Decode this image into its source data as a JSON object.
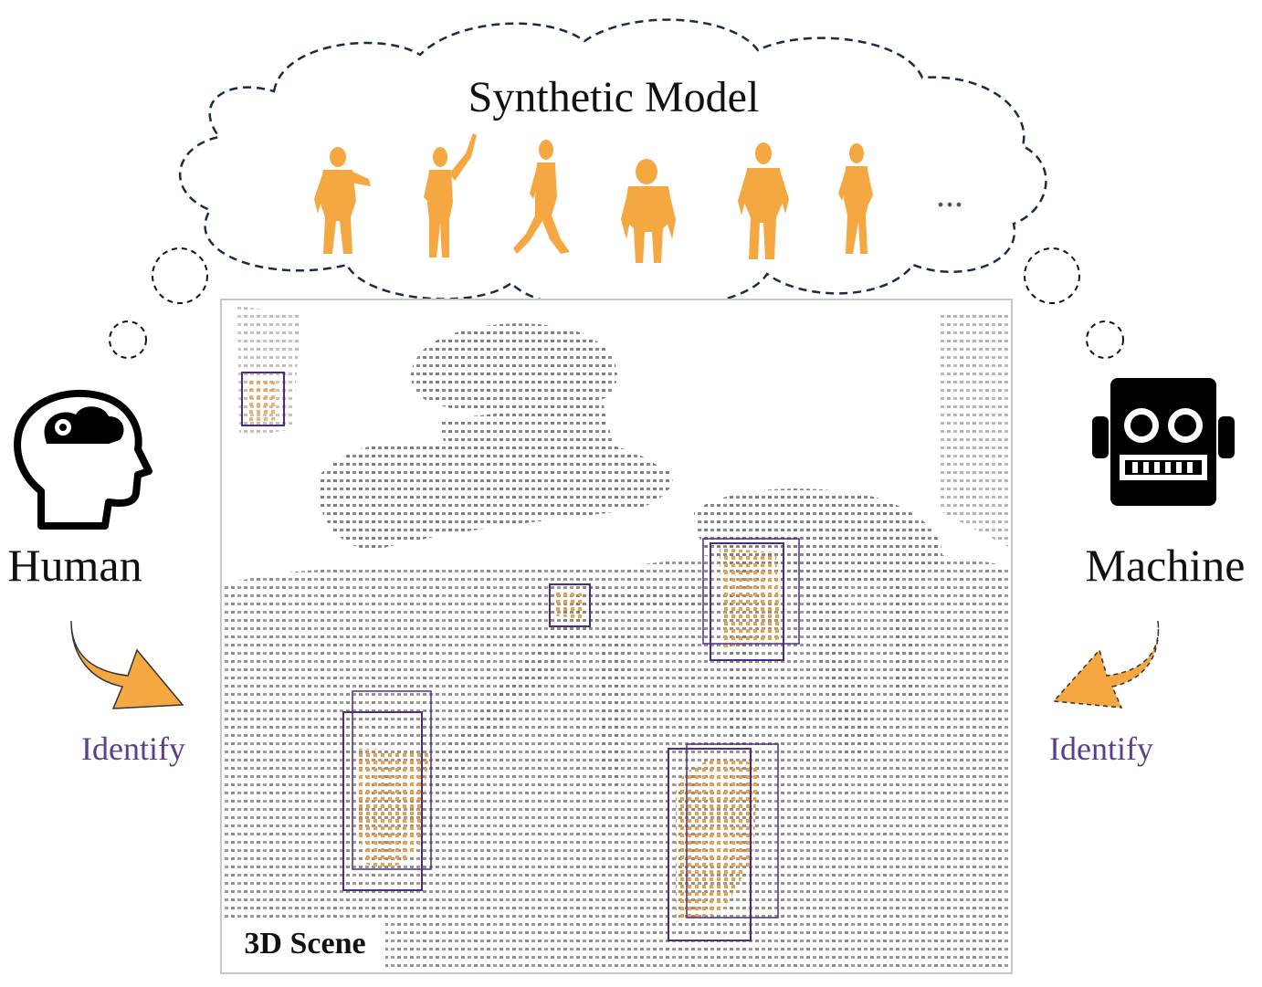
{
  "cloud": {
    "title": "Synthetic Model",
    "ellipsis": "..."
  },
  "human": {
    "label": "Human",
    "action": "Identify",
    "icon": "human-head-brain-icon"
  },
  "machine": {
    "label": "Machine",
    "action": "Identify",
    "icon": "robot-face-icon"
  },
  "scene": {
    "label": "3D Scene"
  },
  "colors": {
    "accent_orange": "#f5a742",
    "box_purple": "#4b2e83",
    "point_gray": "#7a7a7a",
    "dashed_navy": "#1c2a48",
    "identify_purple": "#5b3f8c"
  }
}
